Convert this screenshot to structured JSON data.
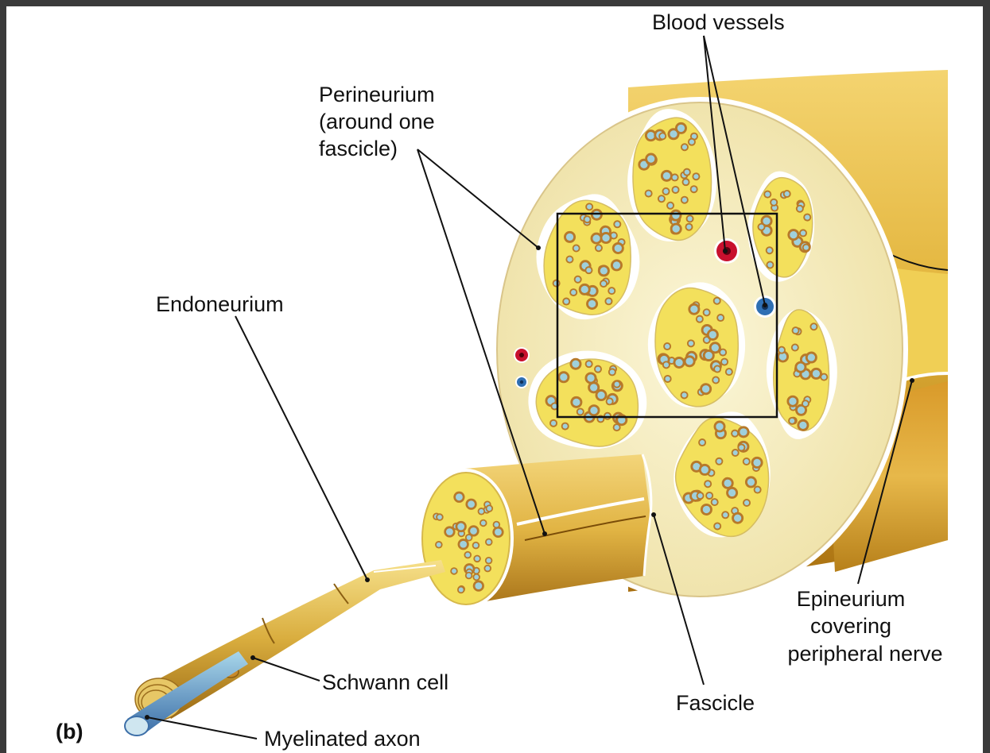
{
  "panel_label": "(b)",
  "labels": {
    "blood_vessels": "Blood vessels",
    "perineurium": [
      "Perineurium",
      "(around one",
      "fascicle)"
    ],
    "endoneurium": "Endoneurium",
    "epineurium": [
      "Epineurium",
      "covering",
      "peripheral nerve"
    ],
    "schwann_cell": "Schwann cell",
    "myelinated_axon": "Myelinated axon",
    "fascicle": "Fascicle"
  },
  "colors": {
    "frame_border": "#3a3a3a",
    "nerve_yellow": "#e8c24a",
    "nerve_dark": "#b07a12",
    "fascicle_fill": "#f3e05c",
    "connective_tissue": "#f7f0c8",
    "axon_blue": "#9fd0dc",
    "axon_ring": "#b7792a",
    "artery_red": "#c8102e",
    "vein_blue": "#2f6fb3"
  }
}
